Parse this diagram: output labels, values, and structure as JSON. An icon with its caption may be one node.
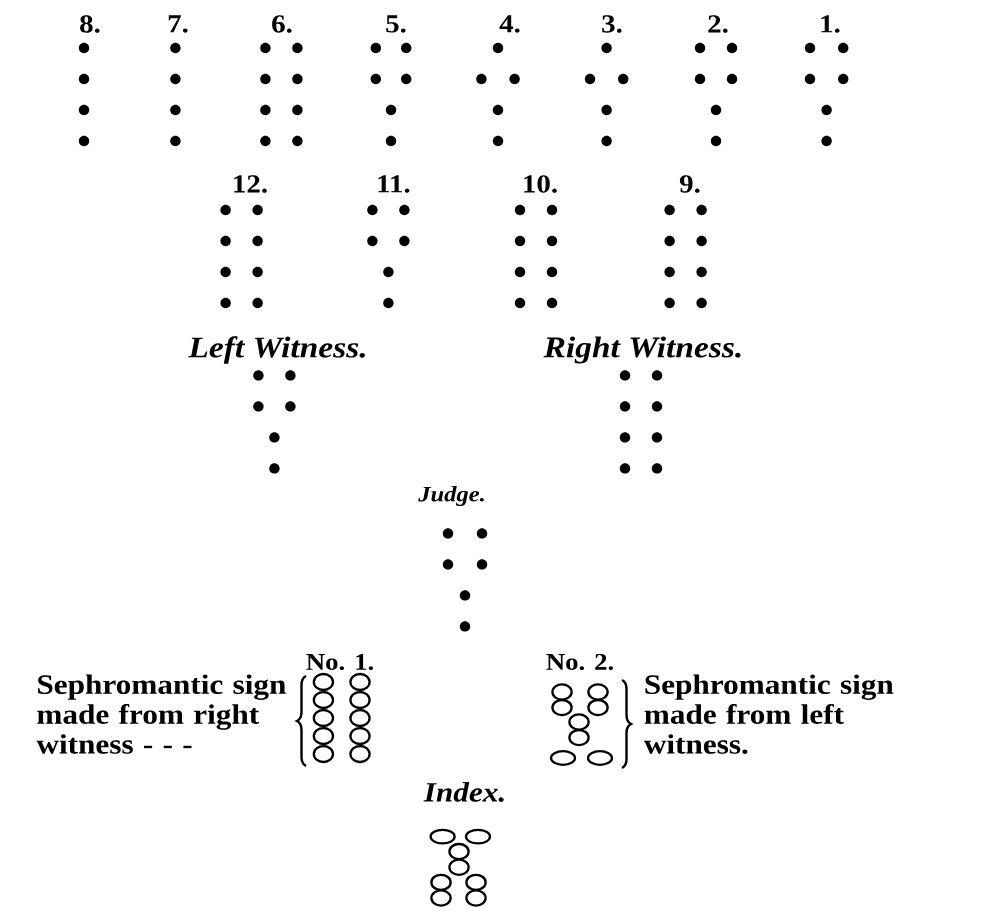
{
  "diagram": {
    "labels": [
      "8.",
      "7.",
      "6.",
      "5.",
      "4.",
      "3.",
      "2.",
      "1.",
      "12.",
      "11.",
      "10.",
      "9.",
      "Left Witness.",
      "Right Witness.",
      "Judge.",
      "No. 1.",
      "No. 2.",
      "Sephromantic sign made from right witness - - -",
      "Sephromantic sign made from left witness.",
      "Index."
    ]
  }
}
